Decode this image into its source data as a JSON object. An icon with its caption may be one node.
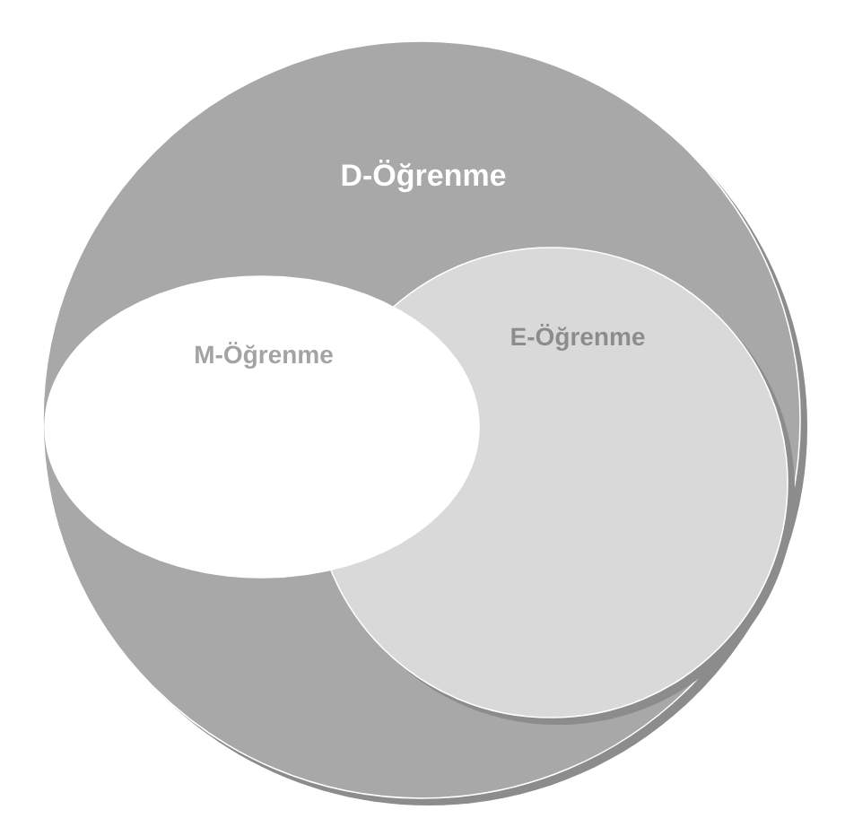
{
  "diagram": {
    "nodes": [
      {
        "text": [
          "D-Öğrenme"
        ]
      },
      {
        "text": [
          "E-Öğrenme"
        ],
        "in": 0
      },
      {
        "text": [
          "M-Öğrenme"
        ],
        "in": 0
      }
    ]
  }
}
